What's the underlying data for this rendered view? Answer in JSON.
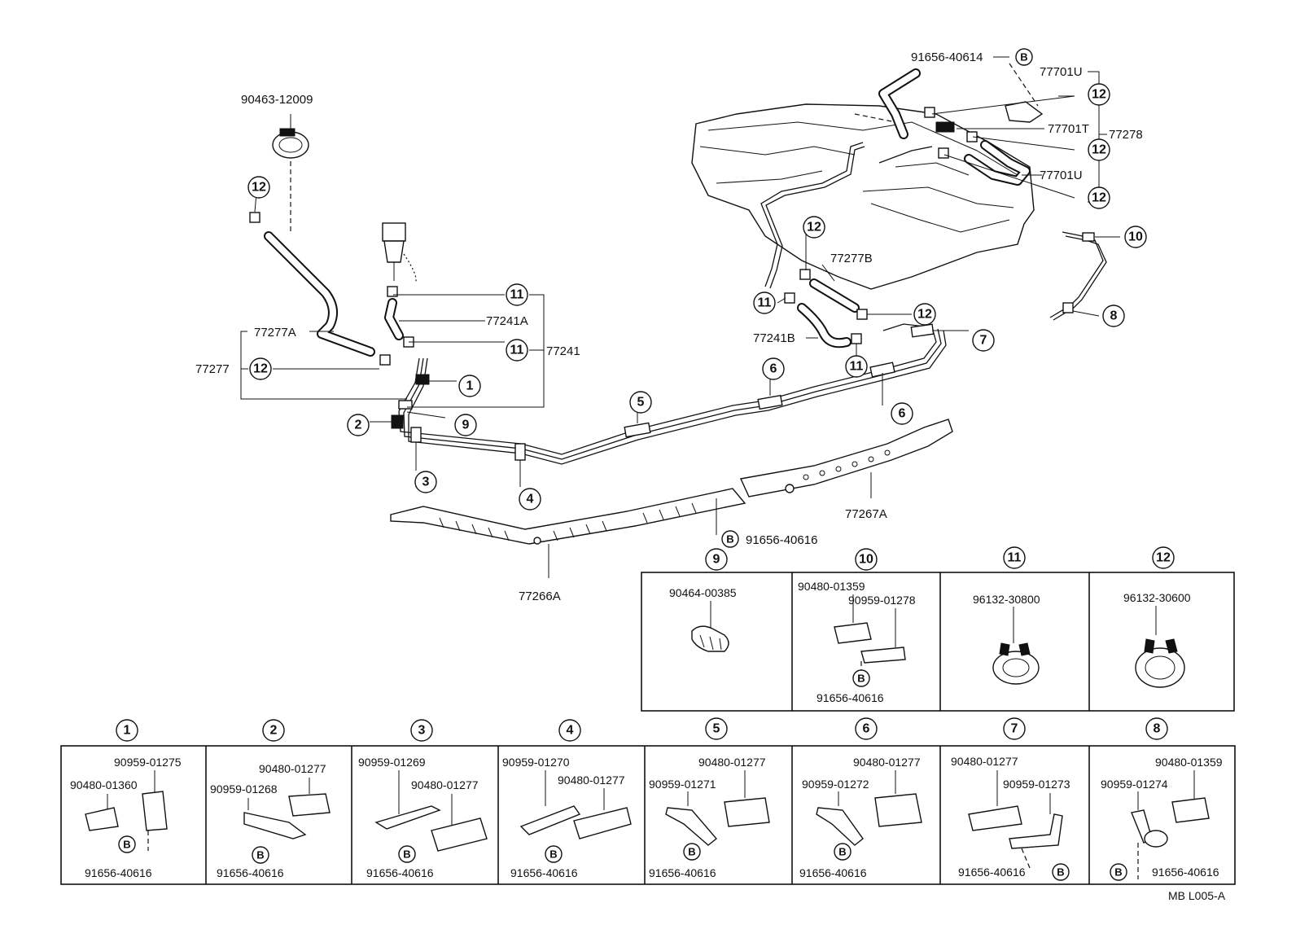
{
  "callouts": {
    "c_90463": "90463-12009",
    "c_77277a": "77277A",
    "c_77277": "77277",
    "c_77241a": "77241A",
    "c_77241": "77241",
    "c_91656_40614": "91656-40614",
    "c_77701u_top": "77701U",
    "c_77701t": "77701T",
    "c_77278": "77278",
    "c_77701u_mid": "77701U",
    "c_77277b": "77277B",
    "c_77241b": "77241B",
    "c_77267a": "77267A",
    "c_91656_40616_main": "91656-40616",
    "c_77266a": "77266A",
    "drawing_code": "MB L005-A"
  },
  "circle_marks": [
    "1",
    "2",
    "3",
    "4",
    "5",
    "6",
    "7",
    "8",
    "9",
    "10",
    "11",
    "12"
  ],
  "bolt_mark": "B",
  "detail_top": {
    "d9_part": "90464-00385",
    "d10_part_a": "90480-01359",
    "d10_part_b": "90959-01278",
    "d10_bolt": "91656-40616",
    "d11_part": "96132-30800",
    "d12_part": "96132-30600"
  },
  "detail_bottom": {
    "d1_a": "90959-01275",
    "d1_b": "90480-01360",
    "d1_bolt": "91656-40616",
    "d2_a": "90480-01277",
    "d2_b": "90959-01268",
    "d2_bolt": "91656-40616",
    "d3_a": "90959-01269",
    "d3_b": "90480-01277",
    "d3_bolt": "91656-40616",
    "d4_a": "90959-01270",
    "d4_b": "90480-01277",
    "d4_bolt": "91656-40616",
    "d5_a": "90480-01277",
    "d5_b": "90959-01271",
    "d5_bolt": "91656-40616",
    "d6_a": "90480-01277",
    "d6_b": "90959-01272",
    "d6_bolt": "91656-40616",
    "d7_a": "90480-01277",
    "d7_b": "90959-01273",
    "d7_bolt": "91656-40616",
    "d8_a": "90480-01359",
    "d8_b": "90959-01274",
    "d8_bolt": "91656-40616"
  }
}
